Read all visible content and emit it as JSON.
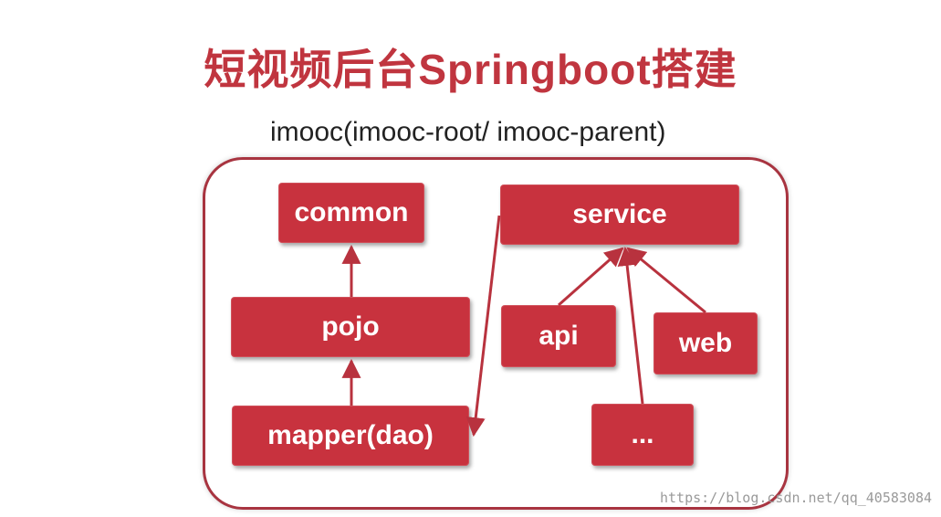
{
  "title": "短视频后台Springboot搭建",
  "subtitle": "imooc(imooc-root/ imooc-parent)",
  "nodes": {
    "common": "common",
    "pojo": "pojo",
    "mapper": "mapper(dao)",
    "service": "service",
    "api": "api",
    "web": "web",
    "more": "..."
  },
  "edges": [
    {
      "from": "pojo",
      "to": "common"
    },
    {
      "from": "mapper",
      "to": "pojo"
    },
    {
      "from": "service",
      "to": "mapper"
    },
    {
      "from": "api",
      "to": "service"
    },
    {
      "from": "web",
      "to": "service"
    },
    {
      "from": "more",
      "to": "service"
    }
  ],
  "colors": {
    "accent": "#c8323e",
    "title": "#c0353f",
    "border": "#a83440"
  },
  "watermark": "https://blog.csdn.net/qq_40583084"
}
